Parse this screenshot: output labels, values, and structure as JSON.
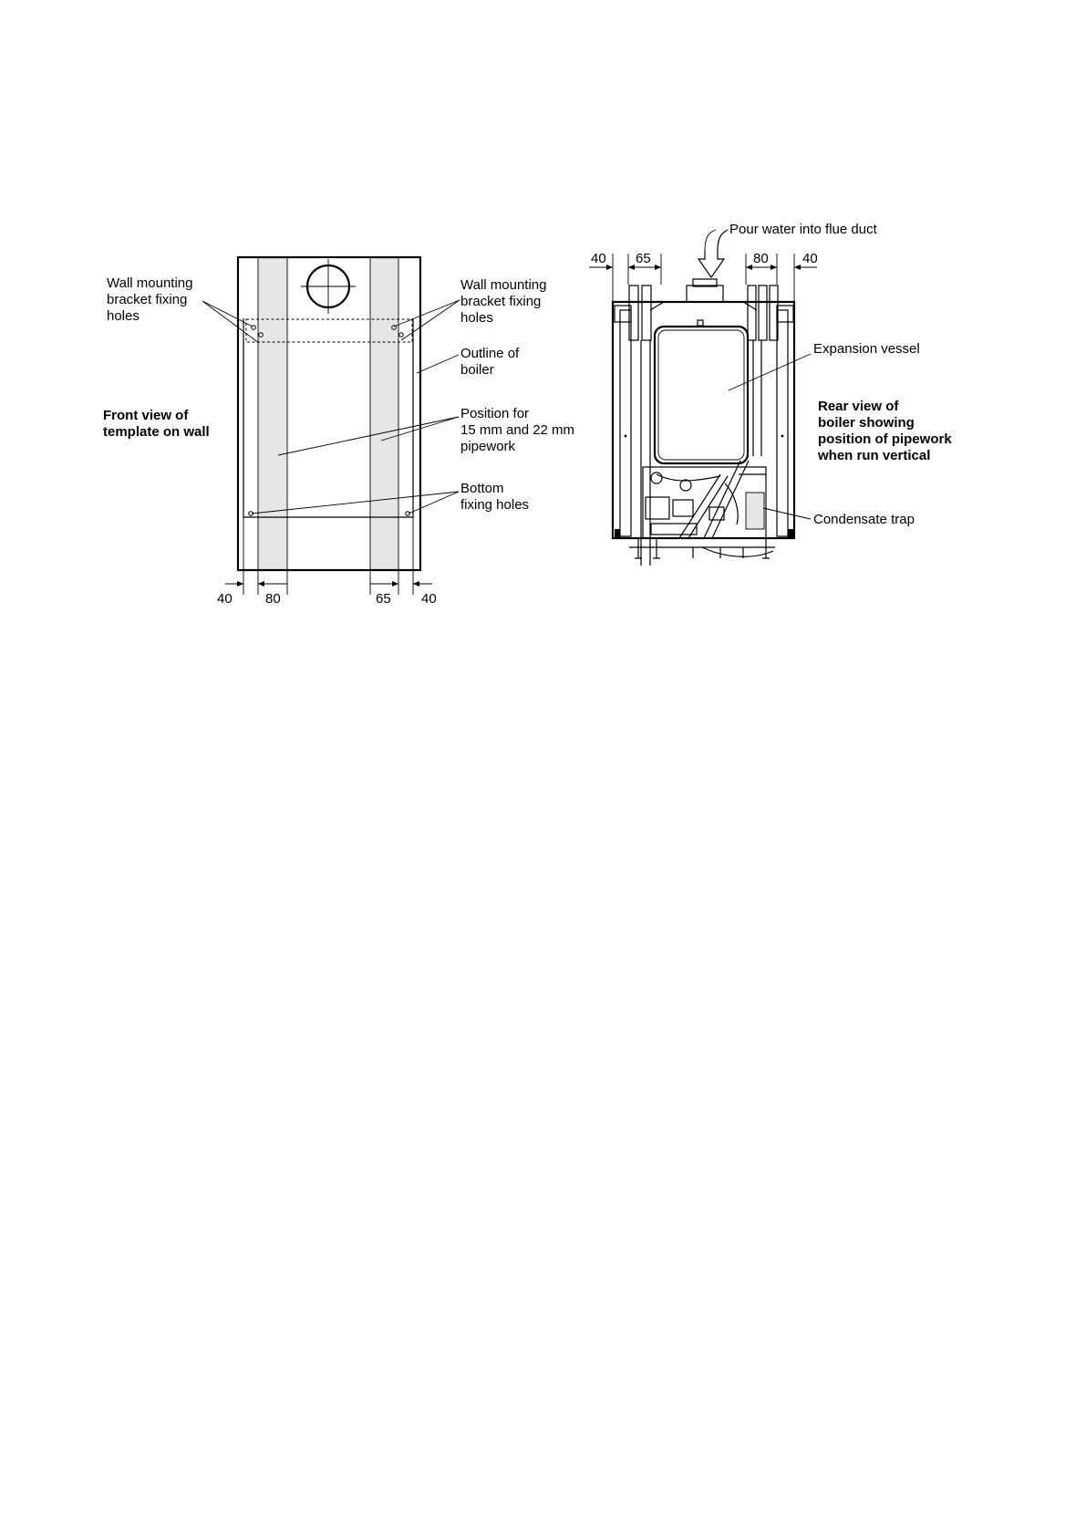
{
  "front_view": {
    "title_lines": [
      "Front view of",
      "template on wall"
    ],
    "labels": {
      "bracket_left": [
        "Wall mounting",
        "bracket fixing",
        "holes"
      ],
      "bracket_right": [
        "Wall mounting",
        "bracket fixing",
        "holes"
      ],
      "outline": [
        "Outline of",
        "boiler"
      ],
      "pipework": [
        "Position for",
        "15 mm and 22 mm",
        "pipework"
      ],
      "bottom_holes": [
        "Bottom",
        "fixing holes"
      ]
    },
    "dimensions": [
      "40",
      "80",
      "65",
      "40"
    ]
  },
  "rear_view": {
    "title_lines": [
      "Rear view of",
      "boiler showing",
      "position of pipework",
      "when run vertical"
    ],
    "labels": {
      "pour": "Pour water into flue duct",
      "expansion": "Expansion vessel",
      "condensate": "Condensate trap"
    },
    "dimensions": [
      "40",
      "65",
      "80",
      "40"
    ]
  }
}
